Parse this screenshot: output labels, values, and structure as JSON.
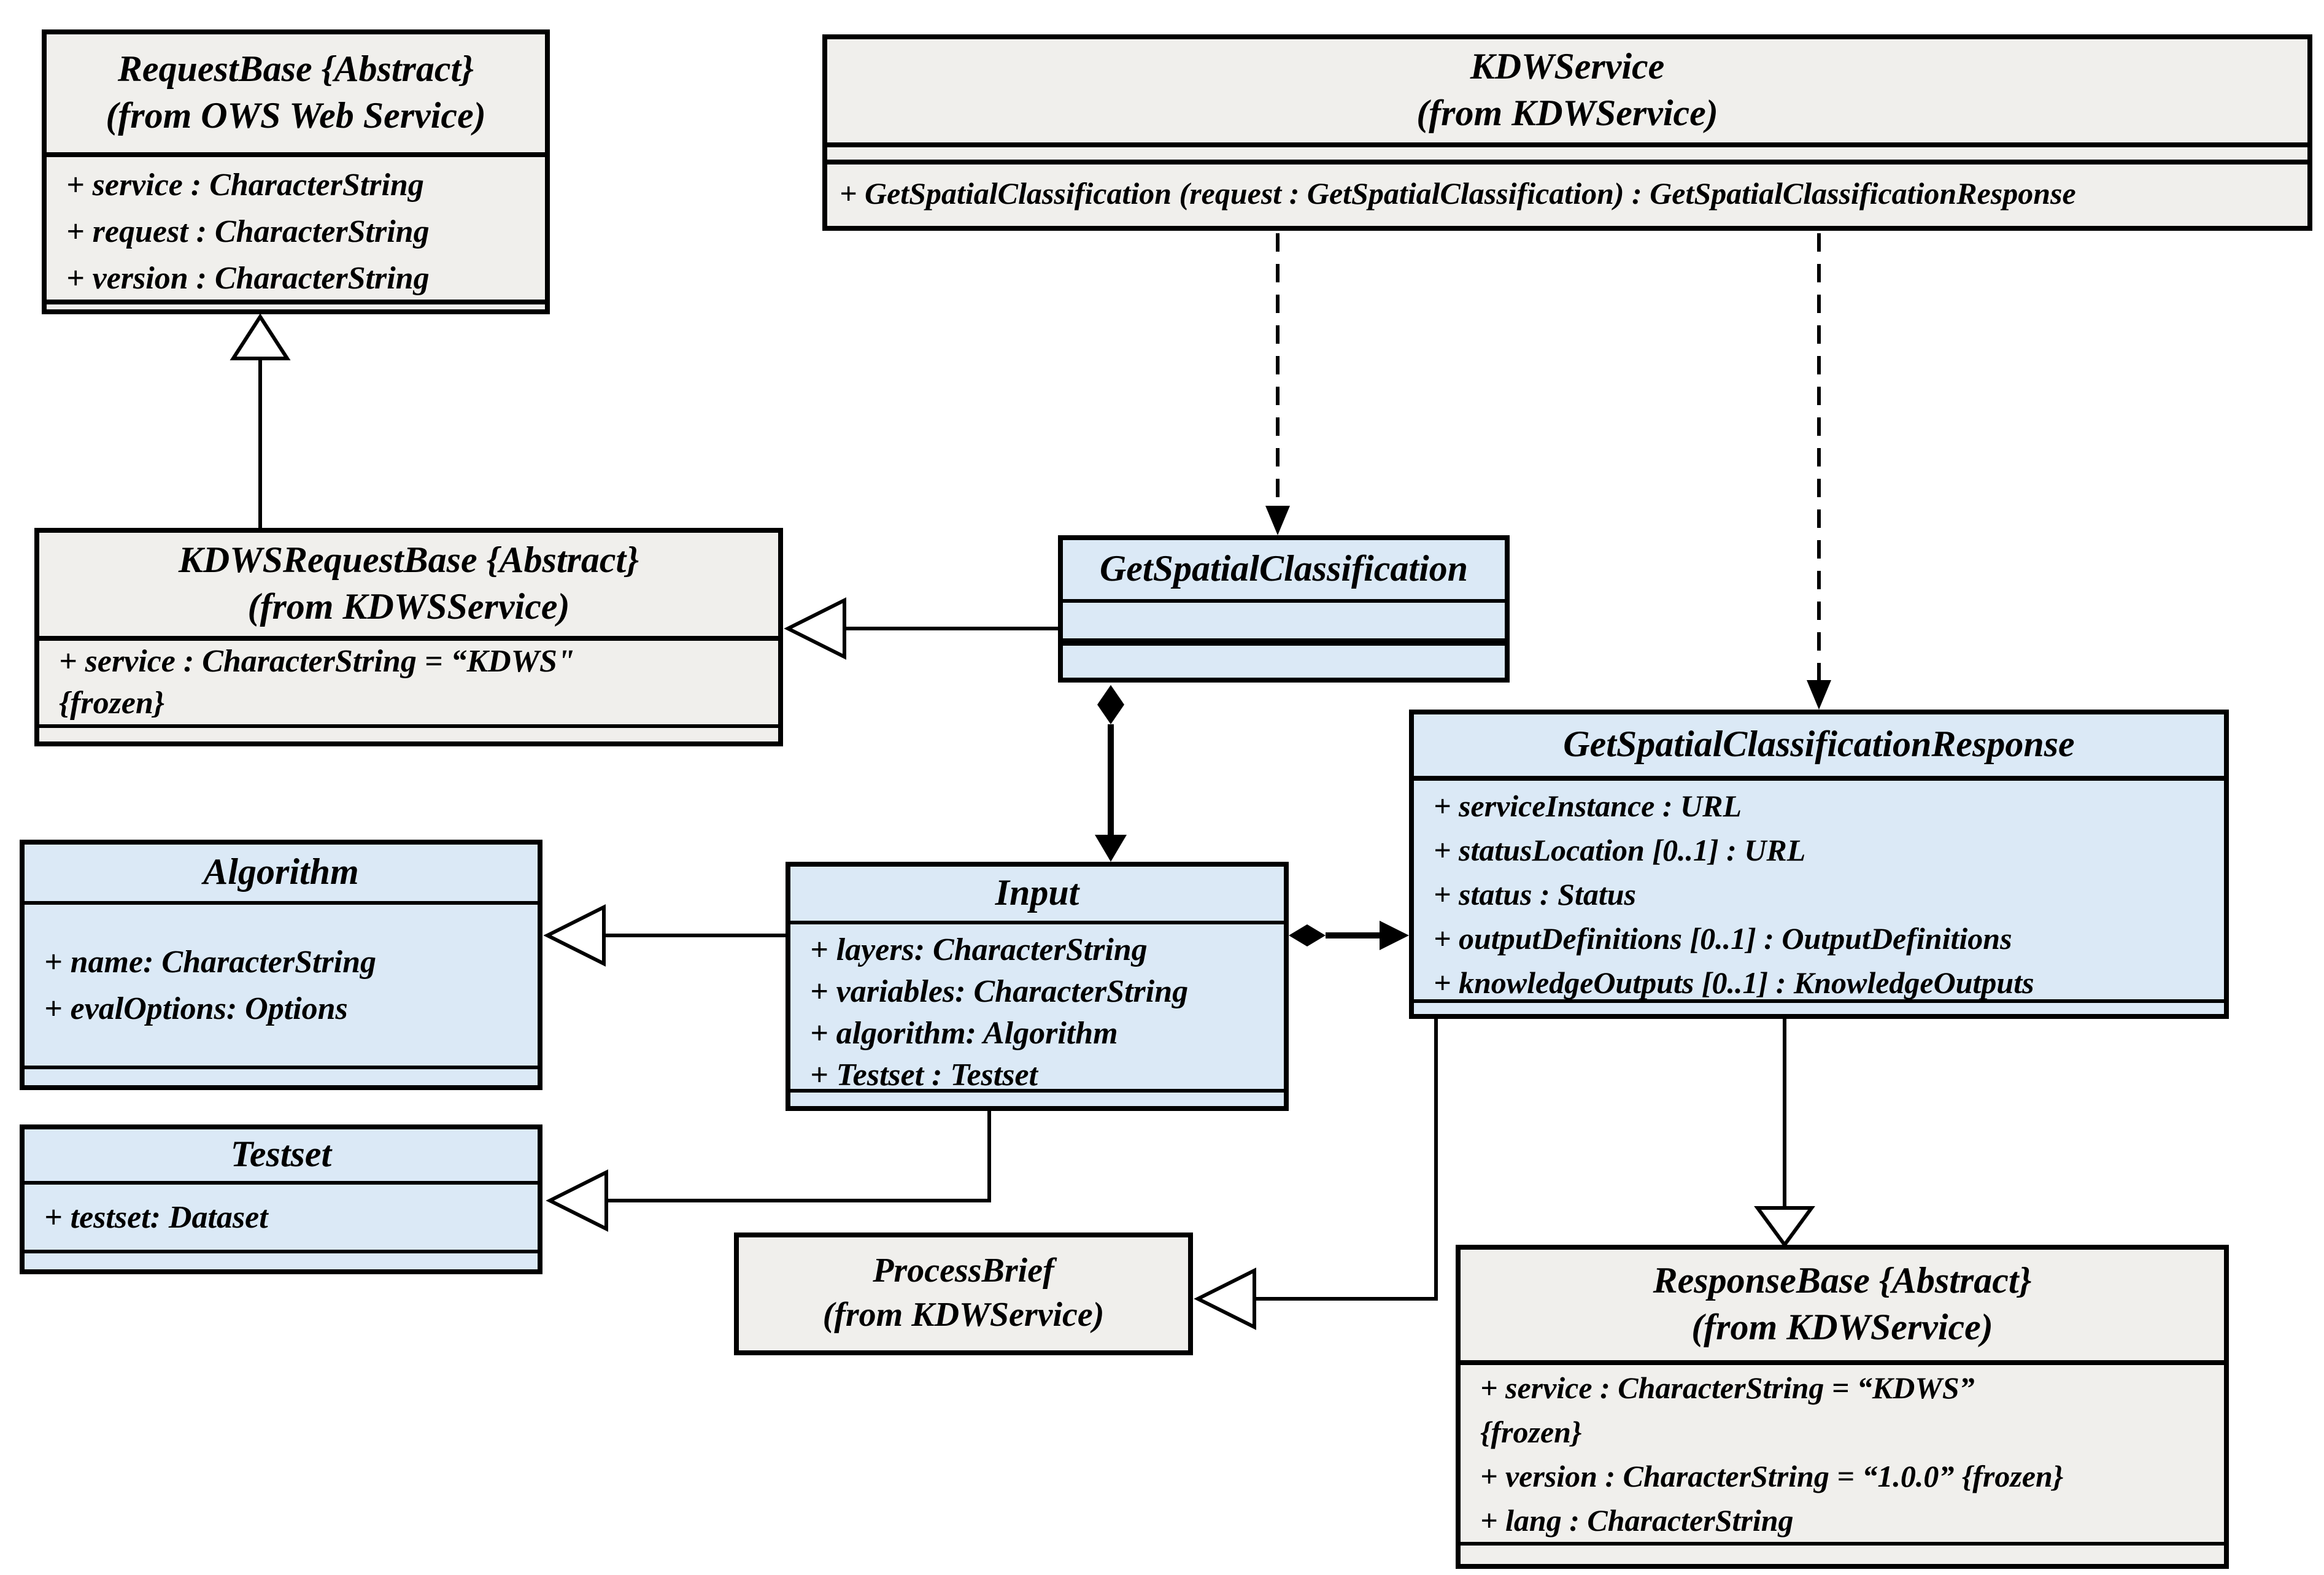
{
  "diagram": {
    "kind": "UML class diagram",
    "colors": {
      "class_fill_blue": "#dbe9f6",
      "class_fill_gray": "#f0efec",
      "line_color": "#000000",
      "background": "#ffffff"
    }
  },
  "classes": {
    "request_base": {
      "title": "RequestBase {Abstract}",
      "package": "(from OWS Web Service)",
      "attributes": [
        "+ service : CharacterString",
        "+ request : CharacterString",
        "+ version : CharacterString"
      ]
    },
    "kdw_service": {
      "title": "KDWService",
      "package": "(from KDWService)",
      "operations": [
        "+ GetSpatialClassification (request : GetSpatialClassification) : GetSpatialClassificationResponse"
      ]
    },
    "kdws_request_base": {
      "title": "KDWSRequestBase {Abstract}",
      "package": "(from KDWSService)",
      "attributes": [
        "+ service : CharacterString = “KDWS\"",
        "{frozen}"
      ]
    },
    "get_spatial_classification": {
      "title": "GetSpatialClassification"
    },
    "get_spatial_classification_response": {
      "title": "GetSpatialClassificationResponse",
      "attributes": [
        "+ serviceInstance : URL",
        "+ statusLocation [0..1] : URL",
        "+ status : Status",
        "+ outputDefinitions [0..1] : OutputDefinitions",
        "+ knowledgeOutputs [0..1] : KnowledgeOutputs"
      ]
    },
    "algorithm": {
      "title": "Algorithm",
      "attributes": [
        "+ name: CharacterString",
        "+ evalOptions: Options"
      ]
    },
    "input": {
      "title": "Input",
      "attributes": [
        "+ layers: CharacterString",
        "+ variables: CharacterString",
        "+ algorithm: Algorithm",
        "+ Testset : Testset"
      ]
    },
    "testset": {
      "title": "Testset",
      "attributes": [
        "+ testset: Dataset"
      ]
    },
    "process_brief": {
      "title": "ProcessBrief",
      "package": "(from KDWService)"
    },
    "response_base": {
      "title": "ResponseBase {Abstract}",
      "package": "(from KDWService)",
      "attributes": [
        "+ service : CharacterString = “KDWS”",
        "{frozen}",
        "+ version : CharacterString = “1.0.0” {frozen}",
        "+ lang : CharacterString"
      ]
    }
  },
  "relationships": [
    {
      "type": "generalization",
      "from": "KDWSRequestBase",
      "to": "RequestBase"
    },
    {
      "type": "generalization",
      "from": "GetSpatialClassification",
      "to": "KDWSRequestBase"
    },
    {
      "type": "dependency",
      "from": "KDWService",
      "to": "GetSpatialClassification"
    },
    {
      "type": "dependency",
      "from": "KDWService",
      "to": "GetSpatialClassificationResponse"
    },
    {
      "type": "composition",
      "owner": "GetSpatialClassification",
      "part": "Input"
    },
    {
      "type": "composition",
      "owner": "Input",
      "part": "GetSpatialClassificationResponse"
    },
    {
      "type": "generalization",
      "from": "Input",
      "to": "Algorithm"
    },
    {
      "type": "generalization",
      "from": "Input",
      "to": "Testset"
    },
    {
      "type": "generalization",
      "from": "GetSpatialClassificationResponse",
      "to": "ProcessBrief"
    },
    {
      "type": "generalization",
      "from": "GetSpatialClassificationResponse",
      "to": "ResponseBase"
    }
  ]
}
